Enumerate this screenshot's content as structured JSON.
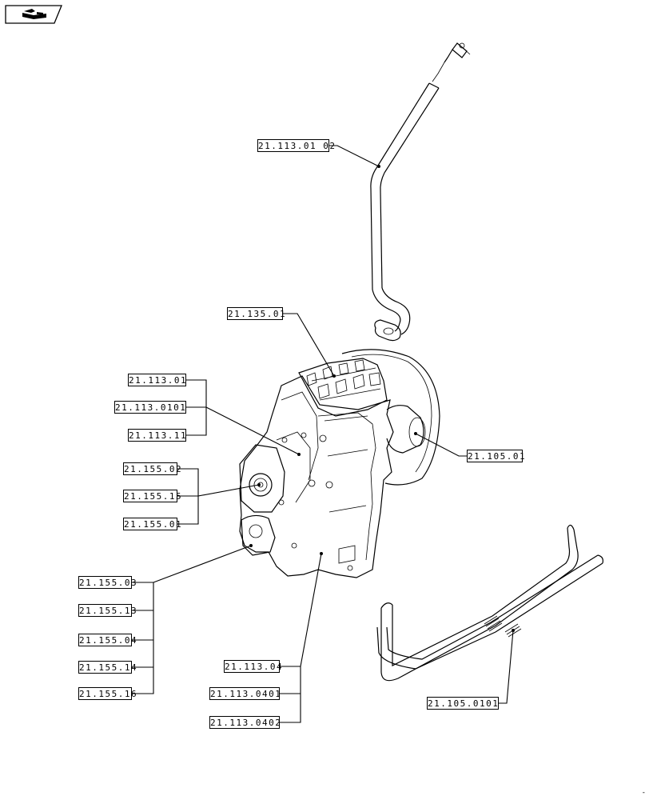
{
  "icon": {
    "name": "book-icon"
  },
  "callouts": {
    "c01": "21.113.01 02",
    "c02": "21.135.01",
    "c03": "21.113.01",
    "c04": "21.113.0101",
    "c05": "21.113.11",
    "c06": "21.105.01",
    "c07": "21.155.02",
    "c08": "21.155.15",
    "c09": "21.155.01",
    "c10": "21.155.03",
    "c11": "21.155.13",
    "c12": "21.155.04",
    "c13": "21.155.14",
    "c14": "21.155.16",
    "c15": "21.113.04",
    "c16": "21.113.0401",
    "c17": "21.113.0402",
    "c18": "21.105.0101"
  },
  "footer_mark": "-"
}
